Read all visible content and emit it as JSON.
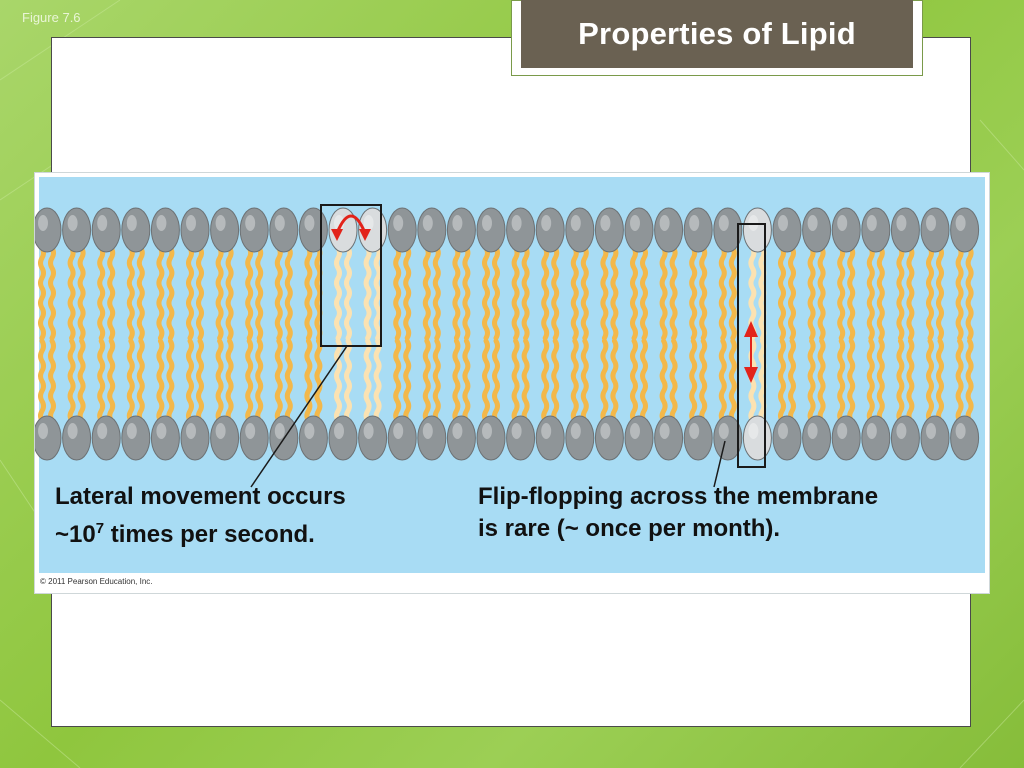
{
  "slide": {
    "figure_label": "Figure 7.6",
    "title": "Properties of Lipid"
  },
  "diagram": {
    "lateral": {
      "line1": "Lateral movement occurs",
      "line2_prefix": "~10",
      "line2_exponent": "7",
      "line2_suffix": " times per second."
    },
    "flipflop": {
      "line1": "Flip-flopping across the membrane",
      "line2": "is rare (~ once per month)."
    },
    "copyright": "© 2011 Pearson Education, Inc.",
    "colors": {
      "water": "#a8dcf4",
      "tail": "#f3b84a",
      "tail_highlight": "#fbe2b2",
      "head": "#8f9598",
      "head_highlight": "#d9dcde",
      "arrow": "#e2231a"
    }
  }
}
